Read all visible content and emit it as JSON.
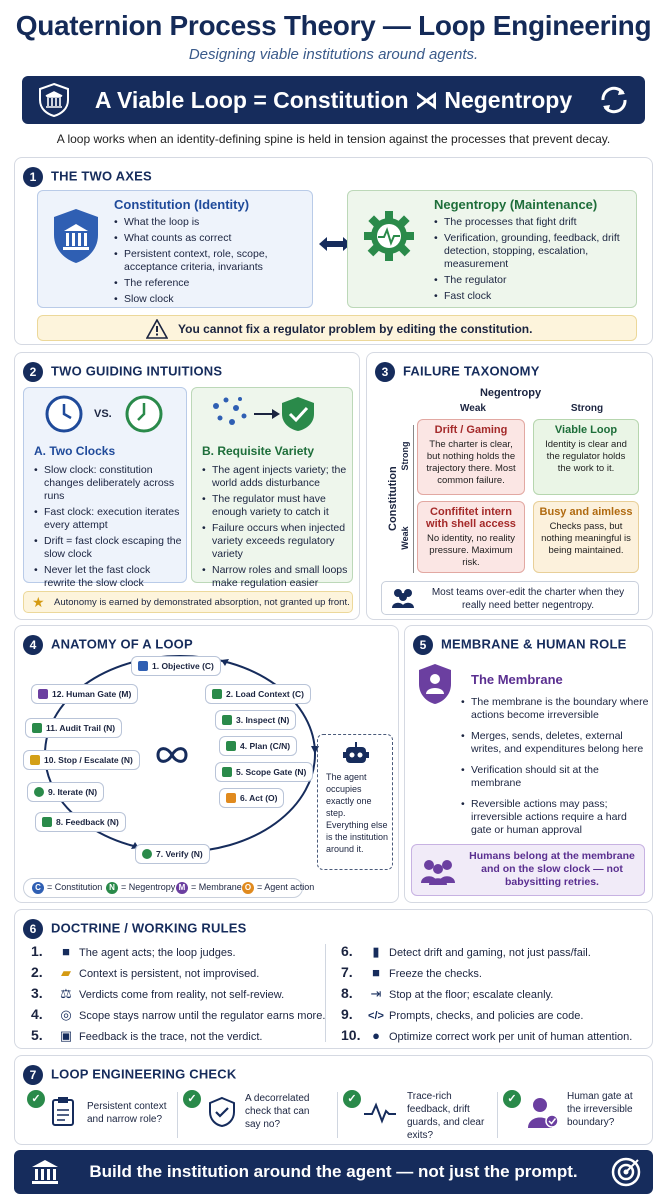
{
  "header": {
    "title": "Quaternion Process Theory — Loop Engineering",
    "subtitle": "Designing viable institutions around agents.",
    "banner": "A Viable Loop = Constitution ⋊ Negentropy",
    "intro": "A loop works when an identity-defining spine is held in tension against the processes that prevent decay."
  },
  "s1": {
    "num": "1",
    "title": "THE TWO AXES",
    "constitution": {
      "title": "Constitution (Identity)",
      "items": [
        "What the loop is",
        "What counts as correct",
        "Persistent context, role, scope, acceptance criteria, invariants",
        "The reference",
        "Slow clock"
      ]
    },
    "negentropy": {
      "title": "Negentropy (Maintenance)",
      "items": [
        "The processes that fight drift",
        "Verification, grounding, feedback, drift detection, stopping, escalation, measurement",
        "The regulator",
        "Fast clock"
      ]
    },
    "warning": "You cannot fix a regulator problem by editing the constitution."
  },
  "s2": {
    "num": "2",
    "title": "TWO GUIDING INTUITIONS",
    "vs": "VS.",
    "a": {
      "title": "A. Two Clocks",
      "items": [
        "Slow clock: constitution changes deliberately across runs",
        "Fast clock: execution iterates every attempt",
        "Drift = fast clock escaping the slow clock",
        "Never let the fast clock rewrite the slow clock"
      ]
    },
    "b": {
      "title": "B. Requisite Variety",
      "items": [
        "The agent injects variety; the world adds disturbance",
        "The regulator must have enough variety to catch it",
        "Failure occurs when injected variety exceeds regulatory variety",
        "Narrow roles and small loops make regulation easier"
      ]
    },
    "note": "Autonomy is earned by demonstrated absorption, not granted up front."
  },
  "s3": {
    "num": "3",
    "title": "FAILURE TAXONOMY",
    "neg_label": "Negentropy",
    "weak": "Weak",
    "strong": "Strong",
    "const_label": "Constitution",
    "row_strong": "Strong",
    "row_weak": "Weak",
    "cells": [
      {
        "title": "Drift / Gaming",
        "desc": "The charter is clear, but nothing holds the trajectory there. Most common failure."
      },
      {
        "title": "Viable Loop",
        "desc": "Identity is clear and the regulator holds the work to it."
      },
      {
        "title": "Confifitet intern with shell access",
        "desc": "No identity, no reality pressure. Maximum risk."
      },
      {
        "title": "Busy and aimless",
        "desc": "Checks pass, but nothing meaningful is being maintained."
      }
    ],
    "note": "Most teams over-edit the charter when they really need better negentropy."
  },
  "s4": {
    "num": "4",
    "title": "ANATOMY OF A LOOP",
    "nodes": [
      "1. Objective (C)",
      "2. Load Context (C)",
      "3. Inspect (N)",
      "4. Plan (C/N)",
      "5. Scope Gate (N)",
      "6. Act (O)",
      "7. Verify (N)",
      "8. Feedback (N)",
      "9. Iterate (N)",
      "10. Stop / Escalate (N)",
      "11. Audit Trail (N)",
      "12. Human Gate (M)"
    ],
    "agent_note": "The agent occupies exactly one step. Everything else is the institution around it.",
    "legend": [
      {
        "key": "C",
        "label": "= Constitution",
        "color": "#2f5fb3"
      },
      {
        "key": "N",
        "label": "= Negentropy",
        "color": "#2a8a4a"
      },
      {
        "key": "M",
        "label": "= Membrane",
        "color": "#6b3fa0"
      },
      {
        "key": "O",
        "label": "= Agent action",
        "color": "#e08a1e"
      }
    ]
  },
  "s5": {
    "num": "5",
    "title": "MEMBRANE & HUMAN ROLE",
    "membrane_title": "The Membrane",
    "items": [
      "The membrane is the boundary where actions become irreversible",
      "Merges, sends, deletes, external writes, and expenditures belong here",
      "Verification should sit at the membrane",
      "Reversible actions may pass; irreversible actions require a hard gate or human approval"
    ],
    "note": "Humans belong at the membrane and on the slow clock — not babysitting retries."
  },
  "s6": {
    "num": "6",
    "title": "DOCTRINE / WORKING RULES",
    "rules": [
      {
        "n": "1.",
        "icon": "robot-icon",
        "text": "The agent acts; the loop judges."
      },
      {
        "n": "2.",
        "icon": "folder-icon",
        "text": "Context is persistent, not improvised."
      },
      {
        "n": "3.",
        "icon": "scales-icon",
        "text": "Verdicts come from reality, not self-review."
      },
      {
        "n": "4.",
        "icon": "target-icon",
        "text": "Scope stays narrow until the regulator earns more."
      },
      {
        "n": "5.",
        "icon": "chat-icon",
        "text": "Feedback is the trace, not the verdict."
      },
      {
        "n": "6.",
        "icon": "bar-chart-icon",
        "text": "Detect drift and gaming, not just pass/fail."
      },
      {
        "n": "7.",
        "icon": "lock-icon",
        "text": "Freeze the checks."
      },
      {
        "n": "8.",
        "icon": "exit-icon",
        "text": "Stop at the floor; escalate cleanly."
      },
      {
        "n": "9.",
        "icon": "code-icon",
        "text": "Prompts, checks, and policies are code."
      },
      {
        "n": "10.",
        "icon": "person-icon",
        "text": "Optimize correct work per unit of human attention."
      }
    ]
  },
  "s7": {
    "num": "7",
    "title": "LOOP ENGINEERING CHECK",
    "checks": [
      "Persistent context and narrow role?",
      "A decorrelated check that can say no?",
      "Trace-rich feedback, drift guards, and clear exits?",
      "Human gate at the irreversible boundary?"
    ]
  },
  "footer": "Build the institution around the agent — not just the prompt.",
  "colors": {
    "navy": "#162c5c",
    "blue": "#2f5fb3",
    "green": "#2a8a4a",
    "purple": "#6b3fa0",
    "orange": "#e08a1e",
    "red": "#c23b3b"
  }
}
